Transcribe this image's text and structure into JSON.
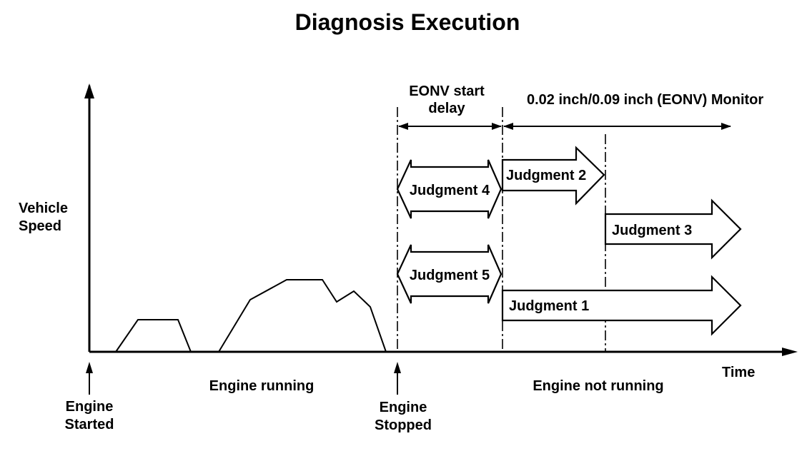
{
  "title": "Diagnosis Execution",
  "axes": {
    "y_label_line1": "Vehicle",
    "y_label_line2": "Speed",
    "x_label": "Time"
  },
  "phases": {
    "engine_running": "Engine running",
    "engine_not_running": "Engine not running"
  },
  "events": {
    "engine_started_line1": "Engine",
    "engine_started_line2": "Started",
    "engine_stopped_line1": "Engine",
    "engine_stopped_line2": "Stopped"
  },
  "intervals": {
    "eonv_start_delay_line1": "EONV start",
    "eonv_start_delay_line2": "delay",
    "monitor": "0.02 inch/0.09 inch (EONV) Monitor"
  },
  "judgments": {
    "j1": "Judgment 1",
    "j2": "Judgment 2",
    "j3": "Judgment 3",
    "j4": "Judgment 4",
    "j5": "Judgment 5"
  }
}
